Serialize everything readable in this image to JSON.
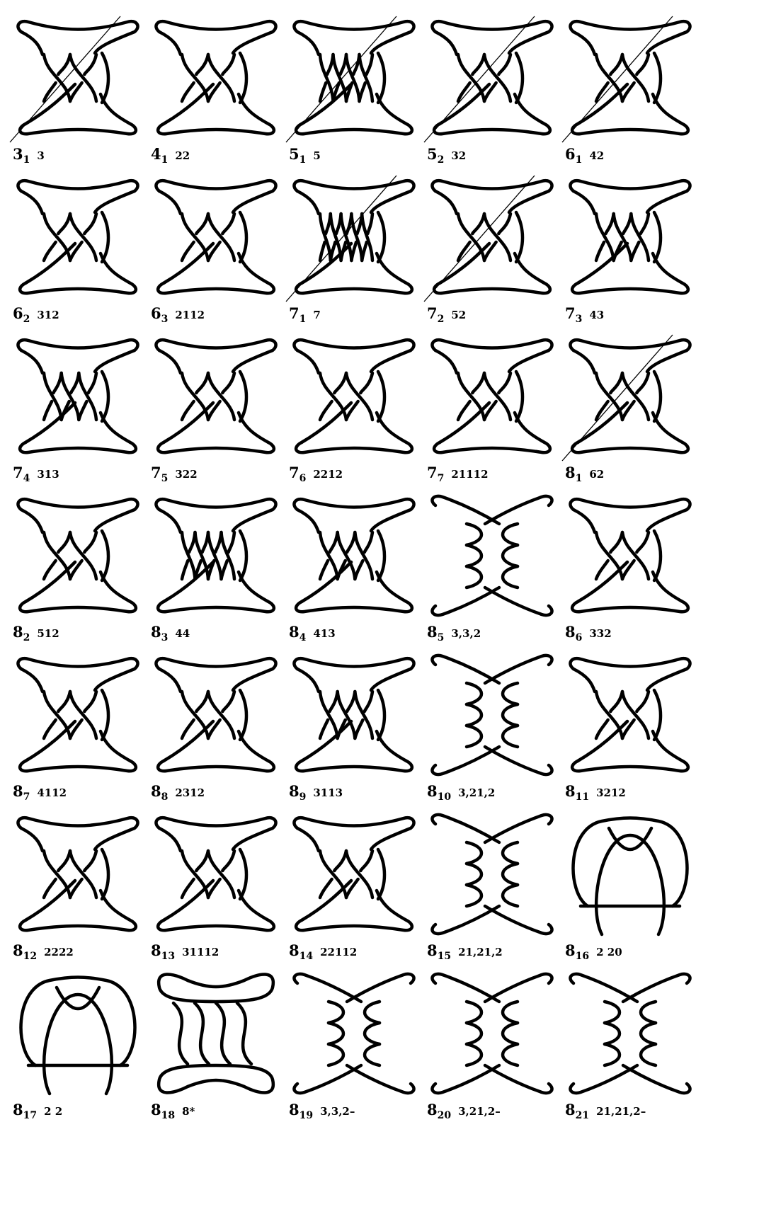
{
  "knots": [
    {
      "n": "3",
      "s": "1",
      "c": "3",
      "twists": 2,
      "type": "tangle",
      "slash": true
    },
    {
      "n": "4",
      "s": "1",
      "c": "22",
      "twists": 2,
      "type": "tangle",
      "slash": false
    },
    {
      "n": "5",
      "s": "1",
      "c": "5",
      "twists": 4,
      "type": "tangle",
      "slash": true
    },
    {
      "n": "5",
      "s": "2",
      "c": "32",
      "twists": 2,
      "type": "tangle",
      "slash": true
    },
    {
      "n": "6",
      "s": "1",
      "c": "42",
      "twists": 2,
      "type": "tangle",
      "slash": true
    },
    {
      "n": "6",
      "s": "2",
      "c": "312",
      "twists": 2,
      "type": "tangle",
      "slash": false
    },
    {
      "n": "6",
      "s": "3",
      "c": "2112",
      "twists": 2,
      "type": "tangle",
      "slash": false
    },
    {
      "n": "7",
      "s": "1",
      "c": "7",
      "twists": 5,
      "type": "tangle",
      "slash": true
    },
    {
      "n": "7",
      "s": "2",
      "c": "52",
      "twists": 2,
      "type": "tangle",
      "slash": true
    },
    {
      "n": "7",
      "s": "3",
      "c": "43",
      "twists": 3,
      "type": "tangle",
      "slash": false
    },
    {
      "n": "7",
      "s": "4",
      "c": "313",
      "twists": 3,
      "type": "tangle",
      "slash": false
    },
    {
      "n": "7",
      "s": "5",
      "c": "322",
      "twists": 2,
      "type": "tangle",
      "slash": false
    },
    {
      "n": "7",
      "s": "6",
      "c": "2212",
      "twists": 2,
      "type": "tangle",
      "slash": false
    },
    {
      "n": "7",
      "s": "7",
      "c": "21112",
      "twists": 2,
      "type": "tangle",
      "slash": false
    },
    {
      "n": "8",
      "s": "1",
      "c": "62",
      "twists": 2,
      "type": "tangle",
      "slash": true
    },
    {
      "n": "8",
      "s": "2",
      "c": "512",
      "twists": 2,
      "type": "tangle",
      "slash": false
    },
    {
      "n": "8",
      "s": "3",
      "c": "44",
      "twists": 4,
      "type": "tangle",
      "slash": false
    },
    {
      "n": "8",
      "s": "4",
      "c": "413",
      "twists": 3,
      "type": "tangle",
      "slash": false
    },
    {
      "n": "8",
      "s": "5",
      "c": "3,3,2",
      "twists": 3,
      "type": "braid",
      "slash": false
    },
    {
      "n": "8",
      "s": "6",
      "c": "332",
      "twists": 2,
      "type": "tangle",
      "slash": false
    },
    {
      "n": "8",
      "s": "7",
      "c": "4112",
      "twists": 2,
      "type": "tangle",
      "slash": false
    },
    {
      "n": "8",
      "s": "8",
      "c": "2312",
      "twists": 2,
      "type": "tangle",
      "slash": false
    },
    {
      "n": "8",
      "s": "9",
      "c": "3113",
      "twists": 3,
      "type": "tangle",
      "slash": false
    },
    {
      "n": "8",
      "s": "10",
      "c": "3,21,2",
      "twists": 3,
      "type": "braid",
      "slash": false
    },
    {
      "n": "8",
      "s": "11",
      "c": "3212",
      "twists": 2,
      "type": "tangle",
      "slash": false
    },
    {
      "n": "8",
      "s": "12",
      "c": "2222",
      "twists": 2,
      "type": "tangle",
      "slash": false
    },
    {
      "n": "8",
      "s": "13",
      "c": "31112",
      "twists": 2,
      "type": "tangle",
      "slash": false
    },
    {
      "n": "8",
      "s": "14",
      "c": "22112",
      "twists": 2,
      "type": "tangle",
      "slash": false
    },
    {
      "n": "8",
      "s": "15",
      "c": "21,21,2",
      "twists": 3,
      "type": "braid",
      "slash": false
    },
    {
      "n": "8",
      "s": "16",
      "c": "2 20",
      "twists": 0,
      "type": "loop",
      "slash": false
    },
    {
      "n": "8",
      "s": "17",
      "c": "2 2",
      "twists": 0,
      "type": "loop",
      "slash": false
    },
    {
      "n": "8",
      "s": "18",
      "c": "8*",
      "twists": 4,
      "type": "star",
      "slash": false
    },
    {
      "n": "8",
      "s": "19",
      "c": "3,3,2–",
      "twists": 3,
      "type": "braid",
      "slash": false
    },
    {
      "n": "8",
      "s": "20",
      "c": "3,21,2–",
      "twists": 3,
      "type": "braid",
      "slash": false
    },
    {
      "n": "8",
      "s": "21",
      "c": "21,21,2–",
      "twists": 3,
      "type": "braid",
      "slash": false
    }
  ]
}
